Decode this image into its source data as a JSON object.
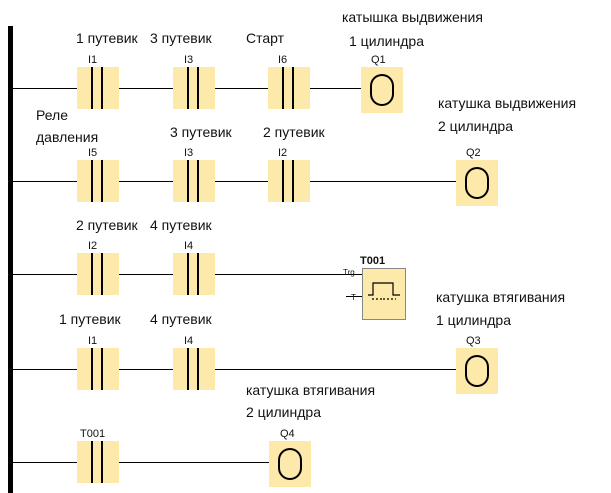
{
  "row1": {
    "contacts": [
      "I1",
      "I3",
      "I6"
    ],
    "coil": "Q1",
    "labels": [
      "1 путевик",
      "3 путевик",
      "Старт"
    ],
    "coil_label_1": "катышка выдвижения",
    "coil_label_2": "1 цилиндра"
  },
  "row2": {
    "contacts": [
      "I5",
      "I3",
      "I2"
    ],
    "coil": "Q2",
    "labels": [
      "Реле",
      "давления",
      "3 путевик",
      "2 путевик"
    ],
    "coil_label_1": "катушка выдвижения",
    "coil_label_2": "2 цилиндра"
  },
  "row3": {
    "contacts": [
      "I2",
      "I4"
    ],
    "labels": [
      "2 путевик",
      "4 путевик"
    ],
    "timer": {
      "name": "T001",
      "pin_trg": "Trg",
      "pin_t": "T"
    }
  },
  "row4": {
    "contacts": [
      "I1",
      "I4"
    ],
    "coil": "Q3",
    "labels": [
      "1 путевик",
      "4 путевик"
    ],
    "coil_label_1": "катушка втягивания",
    "coil_label_2": "1 цилиндра"
  },
  "row5": {
    "contacts": [
      "T001"
    ],
    "coil": "Q4",
    "coil_label_1": "катушка втягивания",
    "coil_label_2": "2 цилиндра"
  }
}
